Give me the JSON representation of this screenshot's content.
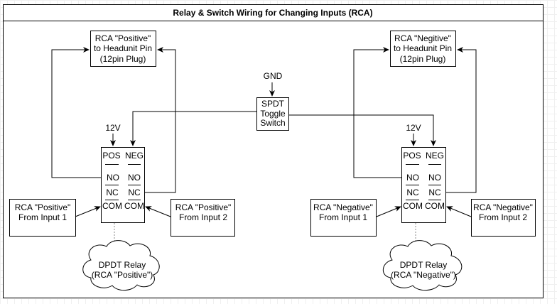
{
  "title": "Relay & Switch Wiring for Changing Inputs (RCA)",
  "gnd": "GND",
  "switch": {
    "line1": "SPDT",
    "line2": "Toggle",
    "line3": "Switch"
  },
  "left": {
    "headunit": {
      "line1": "RCA \"Positive\"",
      "line2": "to Headunit Pin",
      "line3": "(12pin Plug)"
    },
    "v12": "12V",
    "relay": {
      "pos": "POS",
      "neg": "NEG",
      "no1": "NO",
      "no2": "NO",
      "nc1": "NC",
      "nc2": "NC",
      "com1": "COM",
      "com2": "COM"
    },
    "input1": {
      "line1": "RCA \"Positive\"",
      "line2": "From Input 1"
    },
    "input2": {
      "line1": "RCA \"Positive\"",
      "line2": "From Input 2"
    },
    "cloud": {
      "line1": "DPDT Relay",
      "line2": "(RCA \"Positive\")"
    }
  },
  "right": {
    "headunit": {
      "line1": "RCA \"Negitive\"",
      "line2": "to Headunit Pin",
      "line3": "(12pin Plug)"
    },
    "v12": "12V",
    "relay": {
      "pos": "POS",
      "neg": "NEG",
      "no1": "NO",
      "no2": "NO",
      "nc1": "NC",
      "nc2": "NC",
      "com1": "COM",
      "com2": "COM"
    },
    "input1": {
      "line1": "RCA \"Negative\"",
      "line2": "From Input 1"
    },
    "input2": {
      "line1": "RCA \"Negative\"",
      "line2": "From Input 2"
    },
    "cloud": {
      "line1": "DPDT Relay",
      "line2": "(RCA \"Negative\")"
    }
  }
}
